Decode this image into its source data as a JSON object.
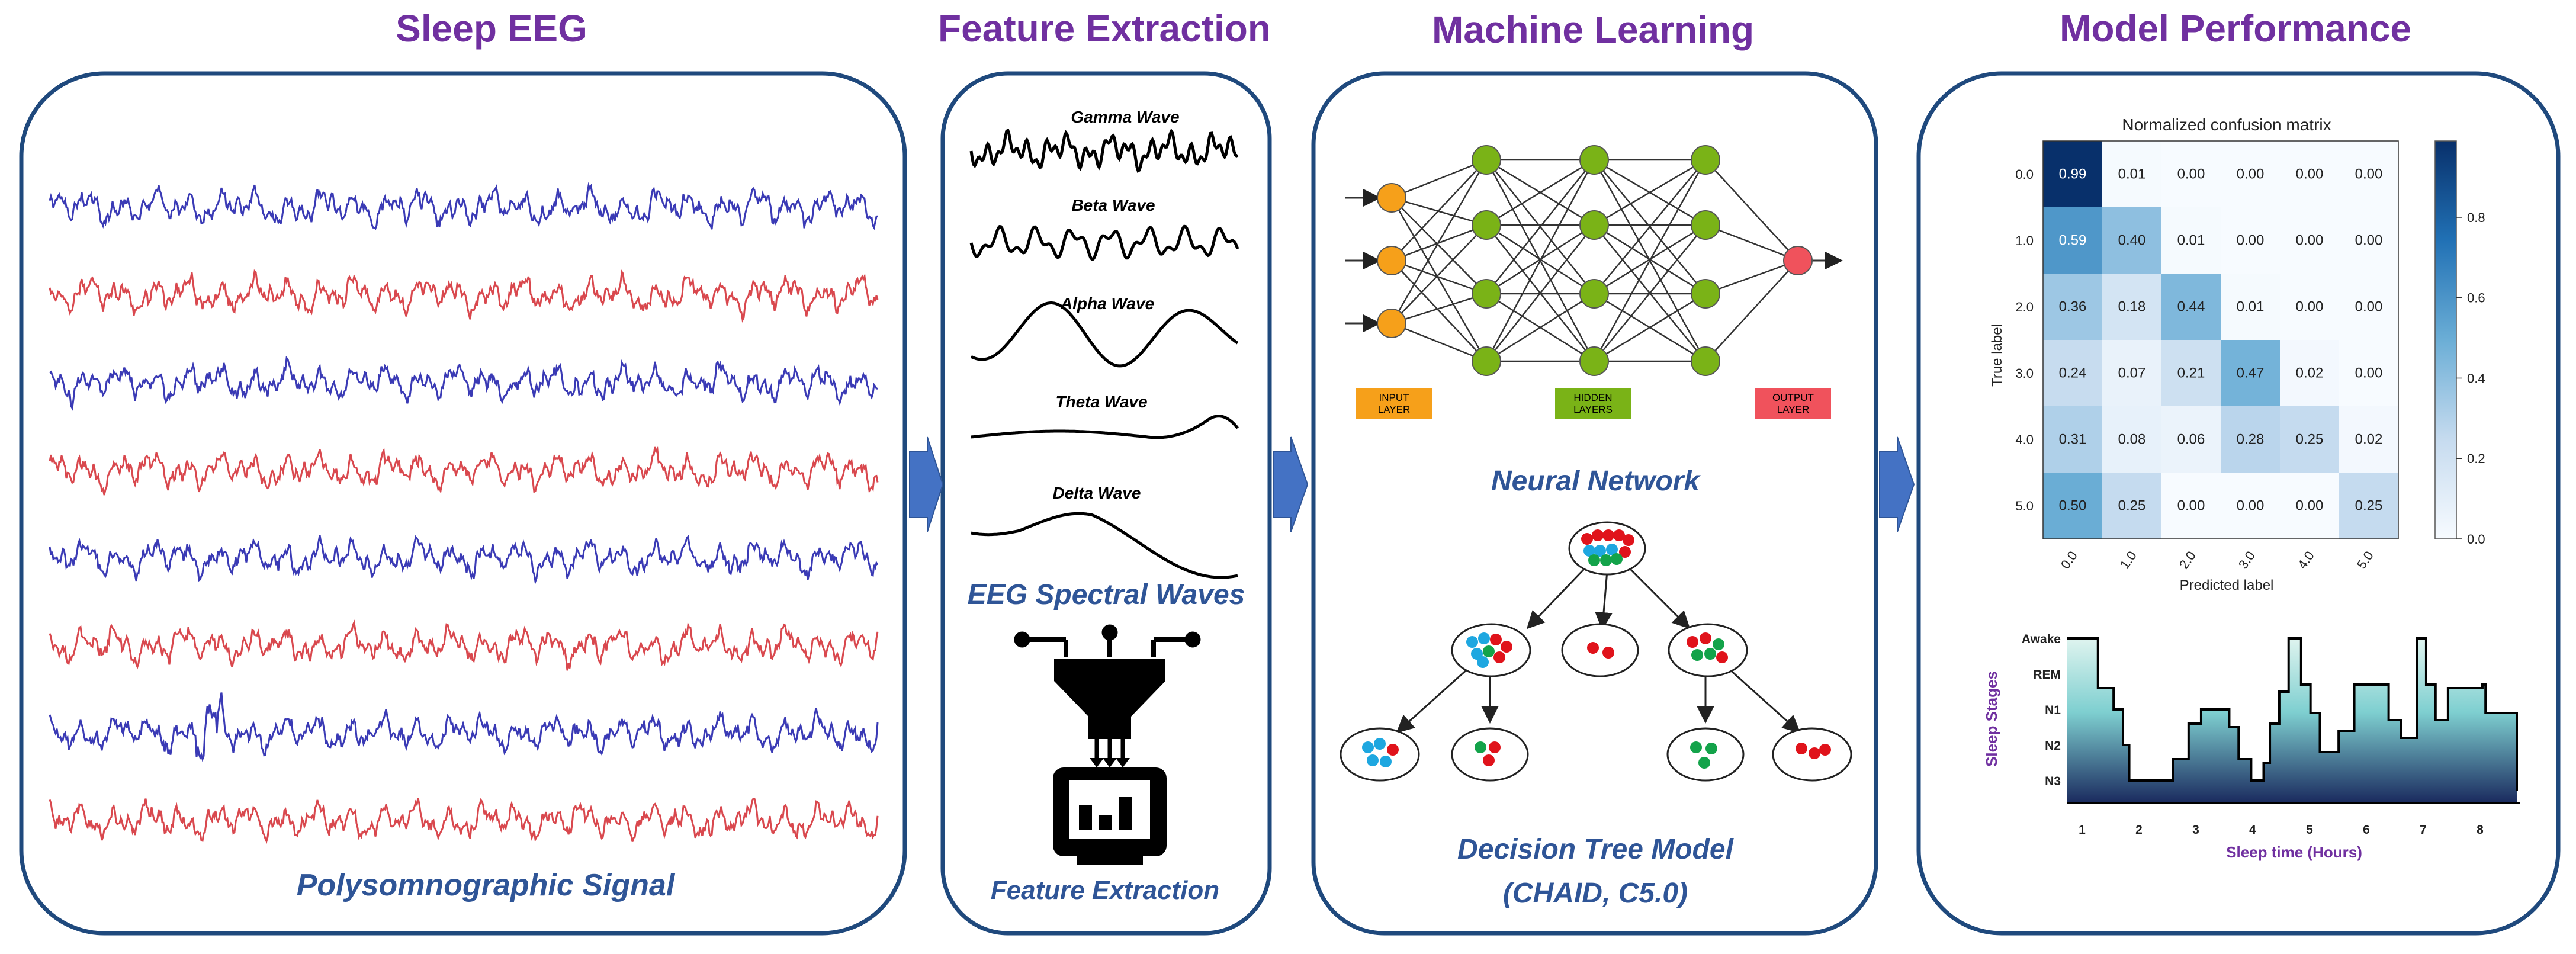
{
  "titles": {
    "eeg": "Sleep EEG",
    "feature": "Feature Extraction",
    "ml": "Machine Learning",
    "performance": "Model Performance"
  },
  "eeg_panel": {
    "caption": "Polysomnographic Signal",
    "trace_colors": [
      "#3a3ab5",
      "#d9484e"
    ]
  },
  "feature_panel": {
    "waves": [
      "Gamma Wave",
      "Beta Wave",
      "Alpha Wave",
      "Theta Wave",
      "Delta Wave"
    ],
    "spectral_caption": "EEG Spectral Waves",
    "extraction_caption": "Feature Extraction",
    "icon": "feature-extraction-funnel-icon"
  },
  "ml_panel": {
    "legend": {
      "input": "INPUT LAYER",
      "hidden": "HIDDEN LAYERS",
      "output": "OUTPUT LAYER"
    },
    "colors": {
      "input": "#f6a01a",
      "hidden": "#7ab317",
      "output": "#f0525c"
    },
    "nn_caption": "Neural Network",
    "dt_caption_line1": "Decision Tree Model",
    "dt_caption_line2": "(CHAID, C5.0)"
  },
  "chart_data": [
    {
      "type": "heatmap",
      "title": "Normalized confusion matrix",
      "xlabel": "Predicted label",
      "ylabel": "True label",
      "x_ticks": [
        "0.0",
        "1.0",
        "2.0",
        "3.0",
        "4.0",
        "5.0"
      ],
      "y_ticks": [
        "0.0",
        "1.0",
        "2.0",
        "3.0",
        "4.0",
        "5.0"
      ],
      "values": [
        [
          "0.99",
          "0.01",
          "0.00",
          "0.00",
          "0.00",
          "0.00"
        ],
        [
          "0.59",
          "0.40",
          "0.01",
          "0.00",
          "0.00",
          "0.00"
        ],
        [
          "0.36",
          "0.18",
          "0.44",
          "0.01",
          "0.00",
          "0.00"
        ],
        [
          "0.24",
          "0.07",
          "0.21",
          "0.47",
          "0.02",
          "0.00"
        ],
        [
          "0.31",
          "0.08",
          "0.06",
          "0.28",
          "0.25",
          "0.02"
        ],
        [
          "0.50",
          "0.25",
          "0.00",
          "0.00",
          "0.00",
          "0.25"
        ]
      ],
      "colorbar_ticks": [
        "0.0",
        "0.2",
        "0.4",
        "0.6",
        "0.8"
      ],
      "colorbar_range": [
        0,
        0.99
      ]
    },
    {
      "type": "area",
      "xlabel": "Sleep time (Hours)",
      "ylabel": "Sleep Stages",
      "x_ticks": [
        "1",
        "2",
        "3",
        "4",
        "5",
        "6",
        "7",
        "8"
      ],
      "y_categories": [
        "Awake",
        "REM",
        "N1",
        "N2",
        "N3"
      ],
      "hypnogram": [
        {
          "t": 0.0,
          "stage": 0
        },
        {
          "t": 0.5,
          "stage": 1.4
        },
        {
          "t": 0.75,
          "stage": 2
        },
        {
          "t": 0.9,
          "stage": 3
        },
        {
          "t": 1.0,
          "stage": 4
        },
        {
          "t": 1.7,
          "stage": 3.4
        },
        {
          "t": 1.95,
          "stage": 2.4
        },
        {
          "t": 2.15,
          "stage": 2
        },
        {
          "t": 2.6,
          "stage": 2.5
        },
        {
          "t": 2.75,
          "stage": 3.4
        },
        {
          "t": 2.95,
          "stage": 4
        },
        {
          "t": 3.15,
          "stage": 3.5
        },
        {
          "t": 3.25,
          "stage": 2.4
        },
        {
          "t": 3.4,
          "stage": 1.5
        },
        {
          "t": 3.55,
          "stage": 0
        },
        {
          "t": 3.75,
          "stage": 1.3
        },
        {
          "t": 3.9,
          "stage": 2.1
        },
        {
          "t": 4.05,
          "stage": 3.2
        },
        {
          "t": 4.35,
          "stage": 2.6
        },
        {
          "t": 4.6,
          "stage": 1.3
        },
        {
          "t": 5.15,
          "stage": 2.3
        },
        {
          "t": 5.35,
          "stage": 2.8
        },
        {
          "t": 5.6,
          "stage": 0
        },
        {
          "t": 5.75,
          "stage": 1.3
        },
        {
          "t": 5.9,
          "stage": 2.3
        },
        {
          "t": 6.1,
          "stage": 1.4
        },
        {
          "t": 6.65,
          "stage": 1.3
        },
        {
          "t": 6.7,
          "stage": 2.1
        },
        {
          "t": 7.0,
          "stage": 2.1
        }
      ],
      "x_range": [
        0,
        7.2
      ],
      "colors": {
        "top": "#dff4ef",
        "bottom": "#1a2a5e"
      }
    }
  ]
}
